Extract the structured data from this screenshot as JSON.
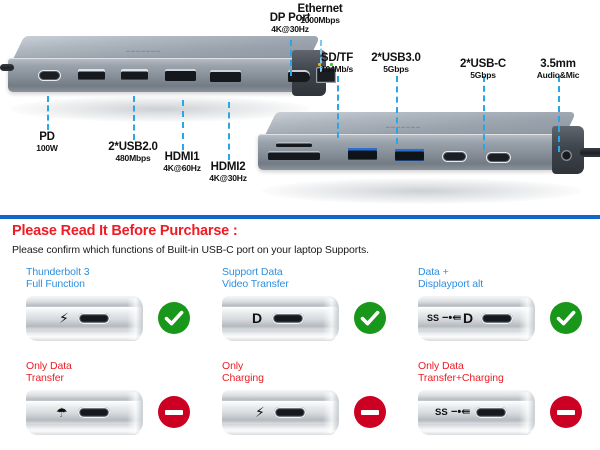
{
  "product": {
    "brand_text": "",
    "top_dock": {
      "ports": [
        {
          "name": "usb-c-pd-port",
          "type": "usbc"
        },
        {
          "name": "usb-a-2-0-port-1",
          "type": "usba"
        },
        {
          "name": "usb-a-2-0-port-2",
          "type": "usba"
        },
        {
          "name": "hdmi-port-1",
          "type": "hdmi"
        },
        {
          "name": "hdmi-port-2",
          "type": "hdmi"
        },
        {
          "name": "displayport-port",
          "type": "dp"
        },
        {
          "name": "ethernet-port",
          "type": "rj45"
        }
      ]
    },
    "bottom_dock": {
      "ports": [
        {
          "name": "tf-card-slot",
          "type": "sd"
        },
        {
          "name": "sd-card-slot",
          "type": "sd"
        },
        {
          "name": "usb-a-3-0-port-1",
          "type": "usba-blue"
        },
        {
          "name": "usb-a-3-0-port-2",
          "type": "usba-blue"
        },
        {
          "name": "usb-c-data-port-1",
          "type": "usbc"
        },
        {
          "name": "usb-c-data-port-2",
          "type": "usbc"
        },
        {
          "name": "audio-jack",
          "type": "jack"
        }
      ]
    }
  },
  "callouts": {
    "pd": {
      "title": "PD",
      "sub": "100W"
    },
    "usb20": {
      "title": "2*USB2.0",
      "sub": "480Mbps"
    },
    "hdmi1": {
      "title": "HDMI1",
      "sub": "4K@60Hz"
    },
    "hdmi2": {
      "title": "HDMI2",
      "sub": "4K@30Hz"
    },
    "dp": {
      "title": "DP Port",
      "sub": "4K@30Hz"
    },
    "ethernet": {
      "title": "Ethernet",
      "sub": "1000Mbps"
    },
    "sdtf": {
      "title": "SD/TF",
      "sub": "104Mb/s"
    },
    "usb30": {
      "title": "2*USB3.0",
      "sub": "5Gbps"
    },
    "usbc": {
      "title": "2*USB-C",
      "sub": "5Gbps"
    },
    "audio": {
      "title": "3.5mm",
      "sub": "Audio&Mic"
    }
  },
  "notice": {
    "heading": "Please Read It Before Purcharse :",
    "body": "Please confirm which functions of Built-in USB-C port on your laptop Supports."
  },
  "compat": {
    "cells": [
      {
        "title": "Thunderbolt 3\nFull Function",
        "status": "ok",
        "status_icon": "green-check-icon",
        "glyphs": [
          "thunderbolt"
        ]
      },
      {
        "title": "Support Data\nVideo Transfer",
        "status": "ok",
        "status_icon": "green-check-icon",
        "glyphs": [
          "displayport"
        ]
      },
      {
        "title": "Data +\nDisplayport alt",
        "status": "ok",
        "status_icon": "green-check-icon",
        "glyphs": [
          "ss-trident",
          "displayport"
        ]
      },
      {
        "title": "Only Data\nTransfer",
        "status": "no",
        "status_icon": "red-prohibited-icon",
        "glyphs": [
          "usb-trident"
        ]
      },
      {
        "title": "Only\nCharging",
        "status": "no",
        "status_icon": "red-prohibited-icon",
        "glyphs": [
          "lightning"
        ]
      },
      {
        "title": "Only Data\nTransfer+Charging",
        "status": "no",
        "status_icon": "red-prohibited-icon",
        "glyphs": [
          "ss-trident"
        ]
      }
    ]
  },
  "colors": {
    "accent_blue": "#2e8fe0",
    "leader_blue": "#29a6e8",
    "divider_blue": "#1166cc",
    "warning_red": "#ee1c25",
    "ok_green": "#18971a",
    "no_red": "#cc0022"
  }
}
